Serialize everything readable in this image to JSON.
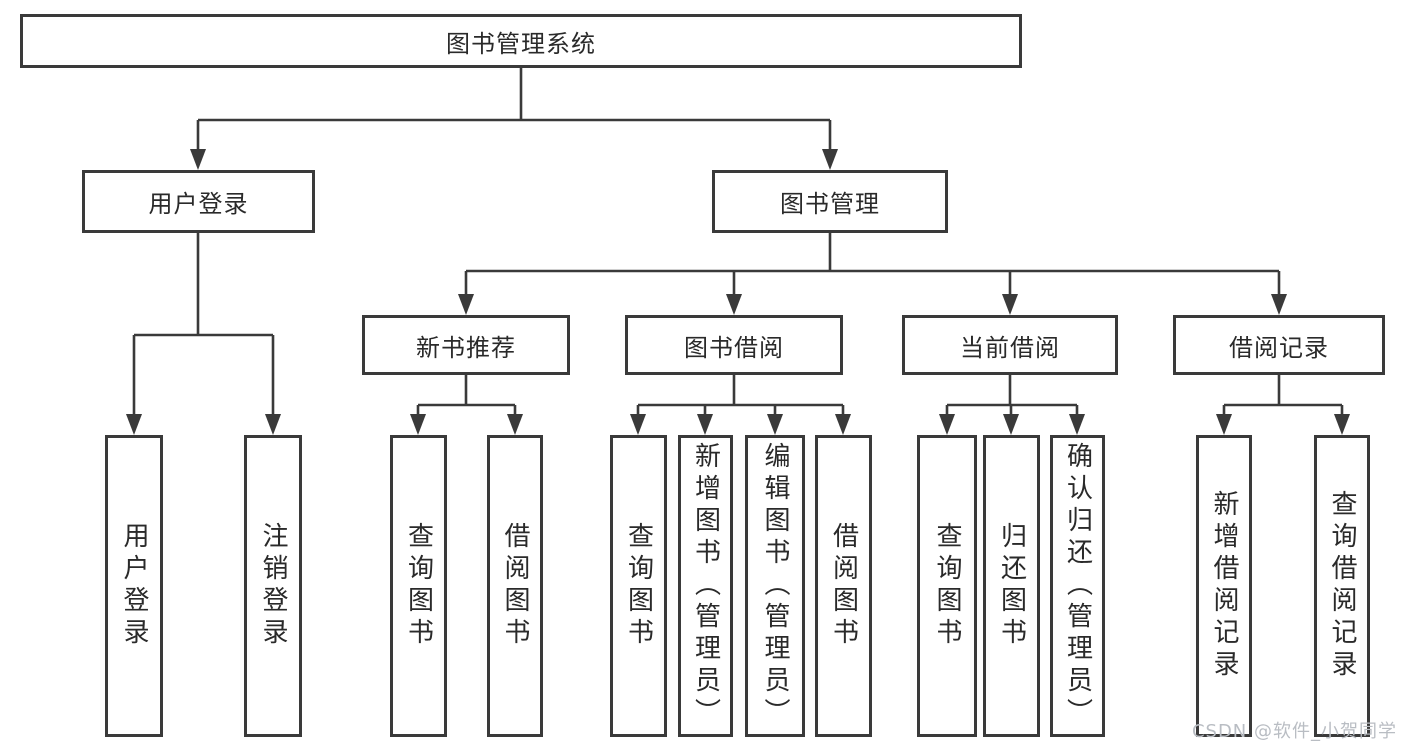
{
  "nodes": {
    "root": {
      "label": "图书管理系统"
    },
    "user_login": {
      "label": "用户登录"
    },
    "book_management": {
      "label": "图书管理"
    },
    "new_book_recommend": {
      "label": "新书推荐"
    },
    "book_borrowing": {
      "label": "图书借阅"
    },
    "current_borrowing": {
      "label": "当前借阅"
    },
    "borrowing_records": {
      "label": "借阅记录"
    },
    "leaves": [
      {
        "label": "用户登录"
      },
      {
        "label": "注销登录"
      },
      {
        "label": "查询图书"
      },
      {
        "label": "借阅图书"
      },
      {
        "label": "查询图书"
      },
      {
        "label": "新增图书（管理员）"
      },
      {
        "label": "编辑图书（管理员）"
      },
      {
        "label": "借阅图书"
      },
      {
        "label": "查询图书"
      },
      {
        "label": "归还图书"
      },
      {
        "label": "确认归还（管理员）"
      },
      {
        "label": "新增借阅记录"
      },
      {
        "label": "查询借阅记录"
      }
    ]
  },
  "watermark": {
    "text": "CSDN @软件_小贺同学"
  },
  "colors": {
    "line": "#3a3a3a",
    "text": "#2a2a2a",
    "watermark": "#b9bdc3",
    "background": "#ffffff"
  }
}
